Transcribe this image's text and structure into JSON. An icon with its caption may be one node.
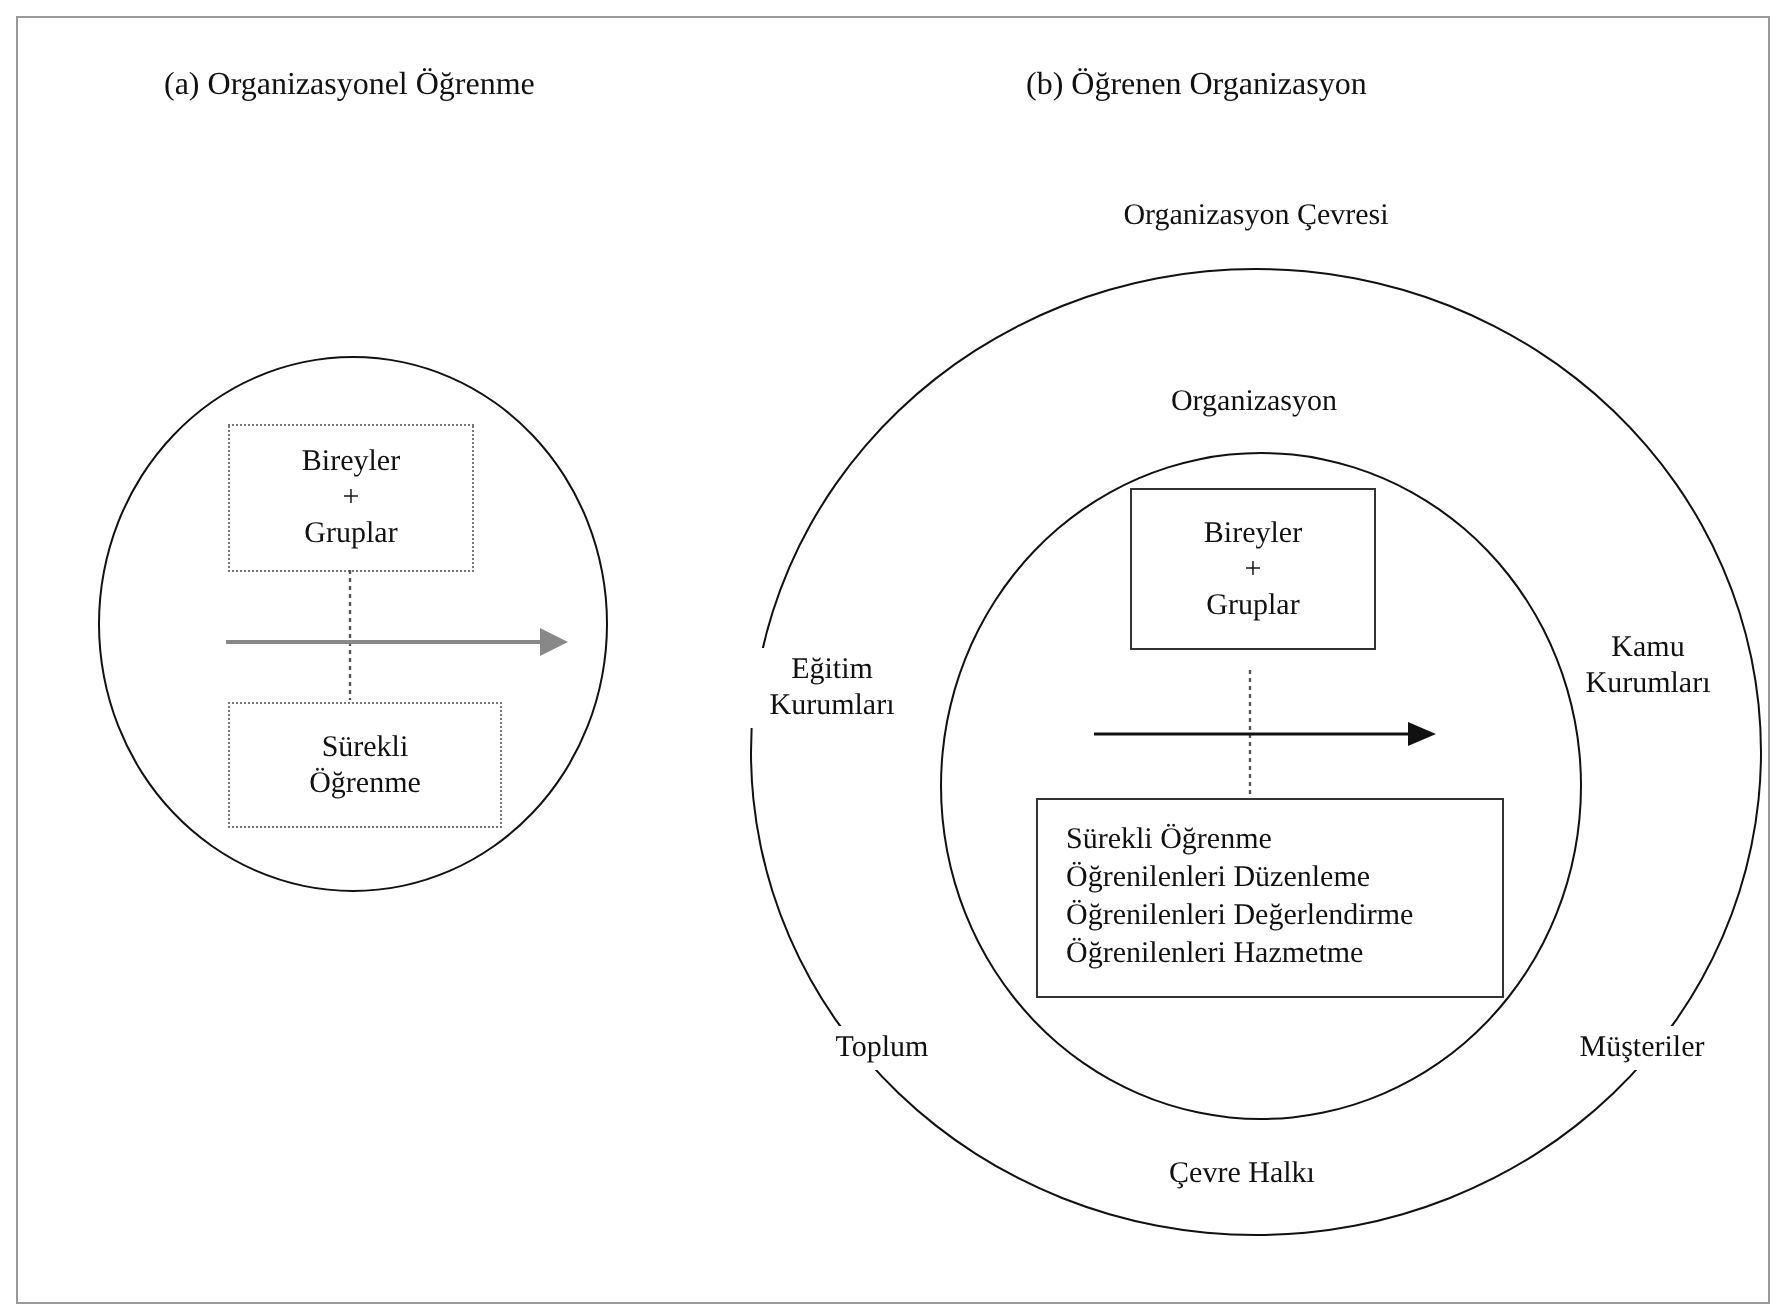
{
  "diagram": {
    "nodes": [
      {
        "text": [],
        "shape": "circle"
      },
      {
        "text": [
          "Bireyler + Gruplar"
        ],
        "in": 0
      },
      {
        "text": [
          "Sürekli Öğrenme"
        ],
        "in": 0
      },
      {
        "text": [
          "Organizasyon Çevresi",
          "Eğitim Kurumları",
          "Kamu Kurumları",
          "Toplum",
          "Müşteriler",
          "Çevre Halkı"
        ]
      },
      {
        "text": [
          "Organizasyon"
        ],
        "in": 3
      },
      {
        "text": [
          "Bireyler + Gruplar"
        ],
        "in": 4
      },
      {
        "text": [
          "Sürekli Öğrenme",
          "Öğrenilenleri Düzenleme",
          "Öğrenilenleri Değerlendirme",
          "Öğrenilenleri Hazmetme"
        ],
        "in": 4
      }
    ],
    "edges": [
      {
        "from": 1,
        "to": 2,
        "arrow": "none",
        "style": "dashed"
      },
      {
        "from": 5,
        "to": 6,
        "arrow": "none",
        "style": "dashed"
      }
    ],
    "labels": [
      "(a) Organizasyonel Öğrenme",
      "(b) Öğrenen Organizasyon"
    ]
  }
}
